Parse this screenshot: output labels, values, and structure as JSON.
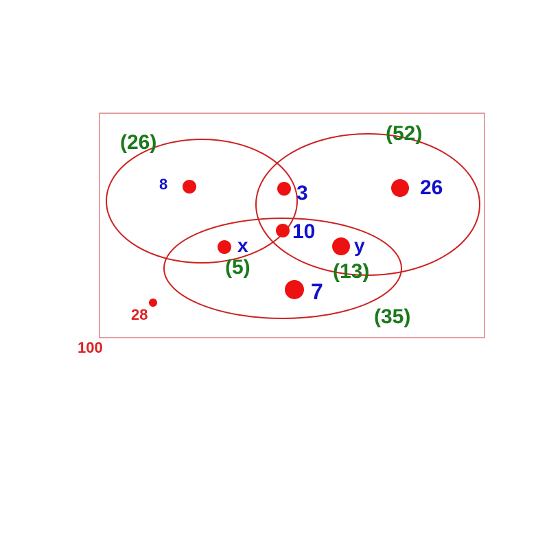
{
  "colors": {
    "outline": "#cc2222",
    "dot": "#ee1111",
    "region_label": "#1111cc",
    "set_total": "#1a7a1a",
    "universe": "#dd2222"
  },
  "universe_total": "100",
  "sets": {
    "set_a_total": "(26)",
    "set_b_total": "(52)",
    "set_c_total": "(35)"
  },
  "pair_totals": {
    "a_and_c": "(5)",
    "b_and_c": "(13)"
  },
  "regions": {
    "only_a": "8",
    "a_and_b_only": "3",
    "only_b": "26",
    "all_three": "10",
    "a_and_c_only": "x",
    "b_and_c_only": "y",
    "only_c": "7",
    "outside": "28"
  }
}
